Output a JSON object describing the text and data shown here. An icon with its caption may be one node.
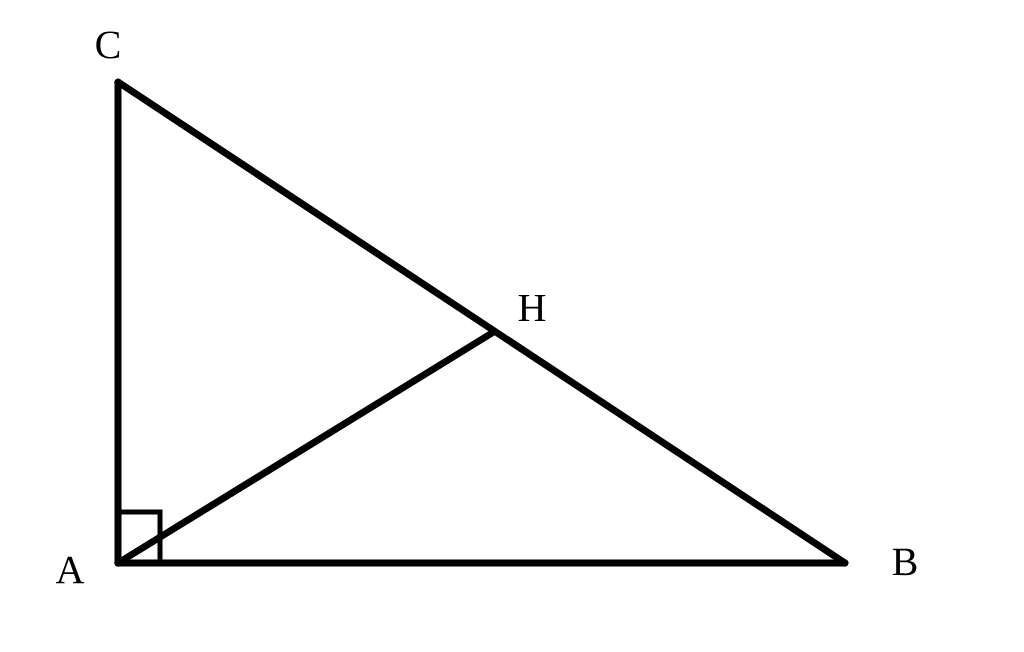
{
  "diagram": {
    "nodes": [
      {
        "text": [
          "C"
        ]
      },
      {
        "text": [
          "H"
        ]
      },
      {
        "text": [
          "A"
        ]
      },
      {
        "text": [
          "B"
        ]
      }
    ],
    "edges": [
      {
        "from": 2,
        "to": 0,
        "arrow": "none"
      },
      {
        "from": 0,
        "to": 3,
        "arrow": "none"
      },
      {
        "from": 2,
        "to": 3,
        "arrow": "none"
      },
      {
        "from": 2,
        "to": 1,
        "arrow": "none"
      }
    ]
  }
}
